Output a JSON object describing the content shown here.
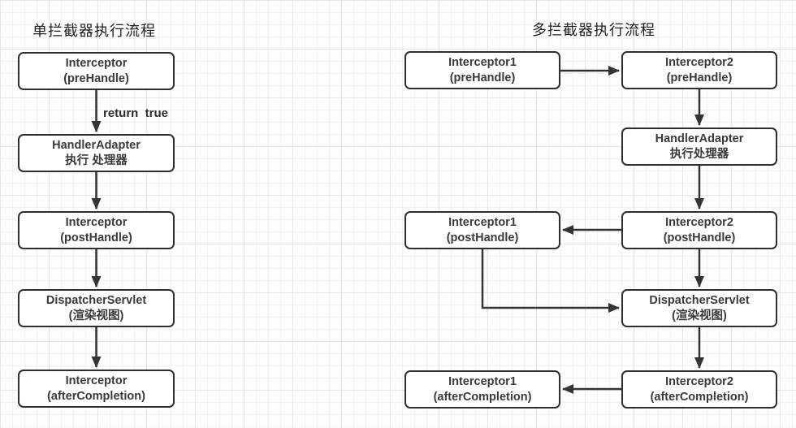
{
  "colors": {
    "node_border": "#2f2f2f",
    "node_fill": "#ffffff",
    "text": "#3a3a3a",
    "arrow": "#343434",
    "grid_minor": "#f4f2f6",
    "grid_major": "#e6e3e9"
  },
  "left_flow": {
    "title": "单拦截器执行流程",
    "edge_label": "return  true",
    "nodes": [
      {
        "line1": "Interceptor",
        "line2": "(preHandle)"
      },
      {
        "line1": "HandlerAdapter",
        "line2": "执行 处理器"
      },
      {
        "line1": "Interceptor",
        "line2": "(postHandle)"
      },
      {
        "line1": "DispatcherServlet",
        "line2": "(渲染视图)"
      },
      {
        "line1": "Interceptor",
        "line2": "(afterCompletion)"
      }
    ]
  },
  "right_flow": {
    "title": "多拦截器执行流程",
    "nodes": [
      {
        "line1": "Interceptor1",
        "line2": "(preHandle)"
      },
      {
        "line1": "Interceptor2",
        "line2": "(preHandle)"
      },
      {
        "line1": "HandlerAdapter",
        "line2": "执行处理器"
      },
      {
        "line1": "Interceptor1",
        "line2": "(postHandle)"
      },
      {
        "line1": "Interceptor2",
        "line2": "(postHandle)"
      },
      {
        "line1": "DispatcherServlet",
        "line2": "(渲染视图)"
      },
      {
        "line1": "Interceptor1",
        "line2": "(afterCompletion)"
      },
      {
        "line1": "Interceptor2",
        "line2": "(afterCompletion)"
      }
    ]
  }
}
